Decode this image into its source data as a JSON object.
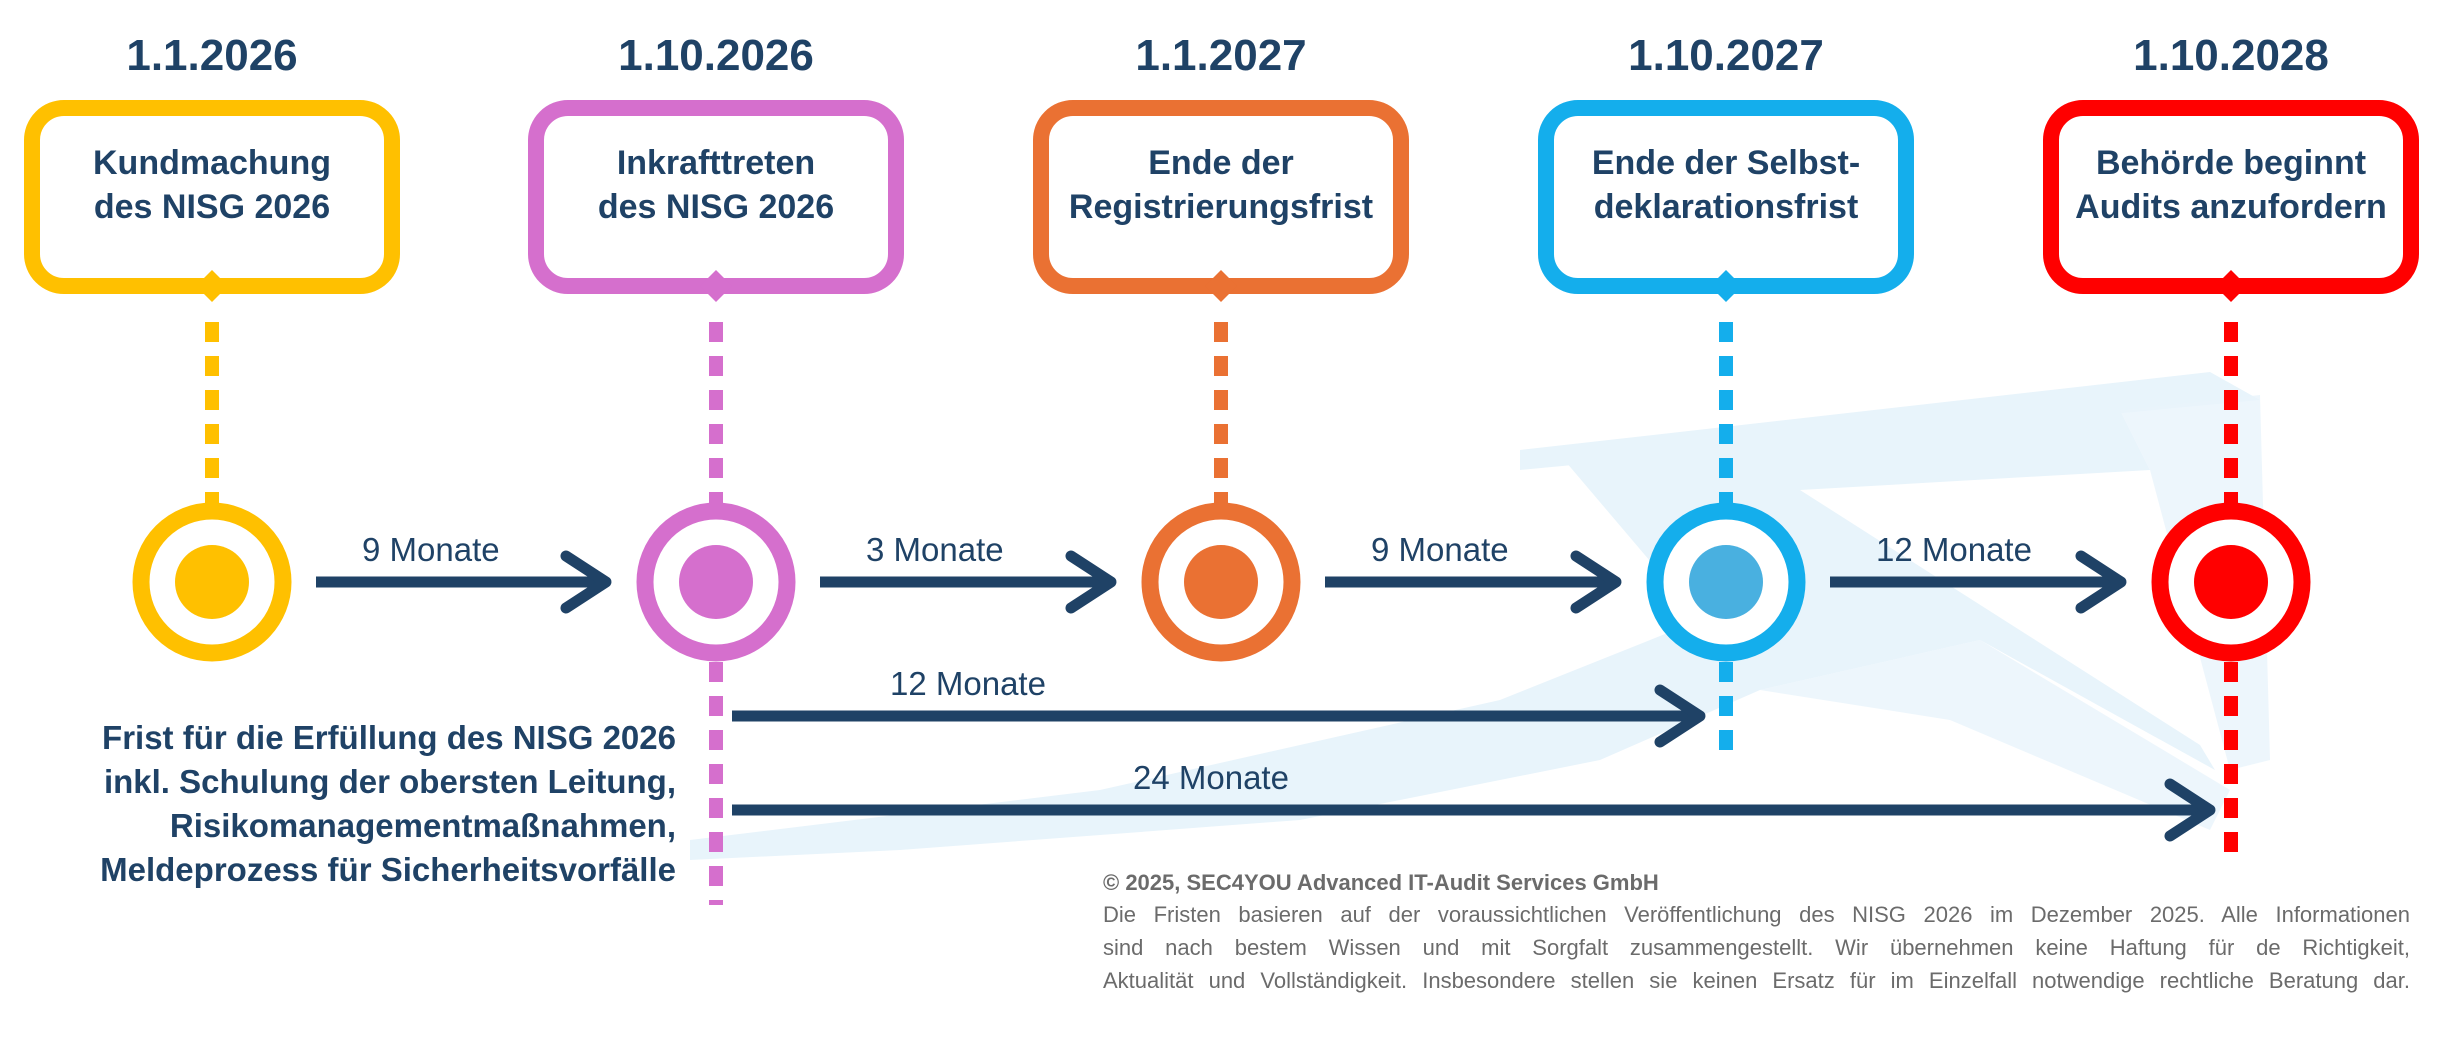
{
  "milestones": [
    {
      "date": "1.1.2026",
      "lines": [
        "Kundmachung",
        "des NISG 2026"
      ],
      "color": "#ffc000"
    },
    {
      "date": "1.10.2026",
      "lines": [
        "Inkrafttreten",
        "des NISG 2026"
      ],
      "color": "#d56fcd"
    },
    {
      "date": "1.1.2027",
      "lines": [
        "Ende der",
        "Registrierungsfrist"
      ],
      "color": "#ea7133"
    },
    {
      "date": "1.10.2027",
      "lines": [
        "Ende der Selbst-",
        "deklarationsfrist"
      ],
      "color": "#14aeec",
      "inner_color": "#49b0e0"
    },
    {
      "date": "1.10.2028",
      "lines": [
        "Behörde beginnt",
        "Audits anzufordern"
      ],
      "color": "#ff0000"
    }
  ],
  "durations": [
    {
      "label": "9 Monate"
    },
    {
      "label": "3 Monate"
    },
    {
      "label": "9 Monate"
    },
    {
      "label": "12 Monate"
    }
  ],
  "long_durations": [
    {
      "label": "12 Monate"
    },
    {
      "label": "24 Monate"
    }
  ],
  "deadline_text": [
    "Frist für die Erfüllung des NISG 2026",
    "inkl. Schulung der obersten Leitung,",
    "Risikomanagementmaßnahmen,",
    "Meldeprozess für Sicherheitsvorfälle"
  ],
  "footer": {
    "copyright": "© 2025, SEC4YOU Advanced IT-Audit Services GmbH",
    "disclaimer": [
      "Die Fristen basieren auf der voraussichtlichen Veröffentlichung des NISG 2026 im Dezember 2025. Alle Informationen",
      "sind nach bestem Wissen und mit Sorgfalt zusammengestellt. Wir übernehmen keine Haftung für de Richtigkeit,",
      "Aktualität und Vollständigkeit. Insbesondere stellen sie keinen Ersatz für im Einzelfall notwendige rechtliche Beratung dar."
    ]
  },
  "colors": {
    "text_dark": "#1f4266",
    "arrow": "#1f4266",
    "watermark": "#e8f4fb",
    "footer_text": "#6b6b6b"
  },
  "icons": {
    "arrow": "arrow-right-icon",
    "node": "target-circle-icon",
    "watermark": "brand-watermark-icon"
  }
}
